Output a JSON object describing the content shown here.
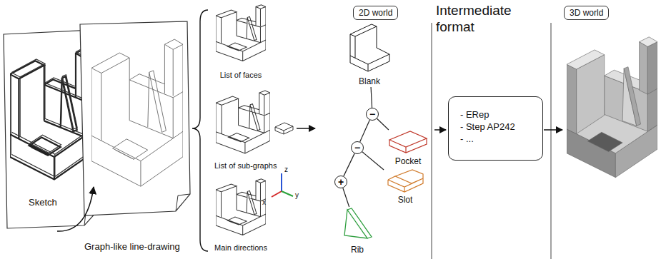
{
  "diagram": {
    "nodes": [
      {
        "text": [
          "2D world"
        ]
      },
      {
        "text": [
          "Blank"
        ]
      },
      {
        "text": [
          "−"
        ]
      },
      {
        "text": [
          "Pocket"
        ]
      },
      {
        "text": [
          "−"
        ]
      },
      {
        "text": [
          "Slot"
        ]
      },
      {
        "text": [
          "+"
        ]
      },
      {
        "text": [
          "Rib"
        ]
      },
      {
        "text": [
          "- ERep",
          "- Step AP242",
          "- ..."
        ]
      },
      {
        "text": [
          "3D world"
        ]
      }
    ],
    "edges": [
      {
        "from": 1,
        "to": 2,
        "arrow": "none"
      },
      {
        "from": 2,
        "to": 3,
        "arrow": "none"
      },
      {
        "from": 2,
        "to": 4,
        "arrow": "none"
      },
      {
        "from": 4,
        "to": 5,
        "arrow": "none"
      },
      {
        "from": 4,
        "to": 6,
        "arrow": "none"
      },
      {
        "from": 6,
        "to": 7,
        "arrow": "none"
      }
    ],
    "labels": [
      "Sketch",
      "Graph-like line-drawing",
      "List of faces",
      "List of sub-graphs",
      "Main directions",
      "z",
      "x",
      "y",
      "Intermediate format"
    ]
  }
}
